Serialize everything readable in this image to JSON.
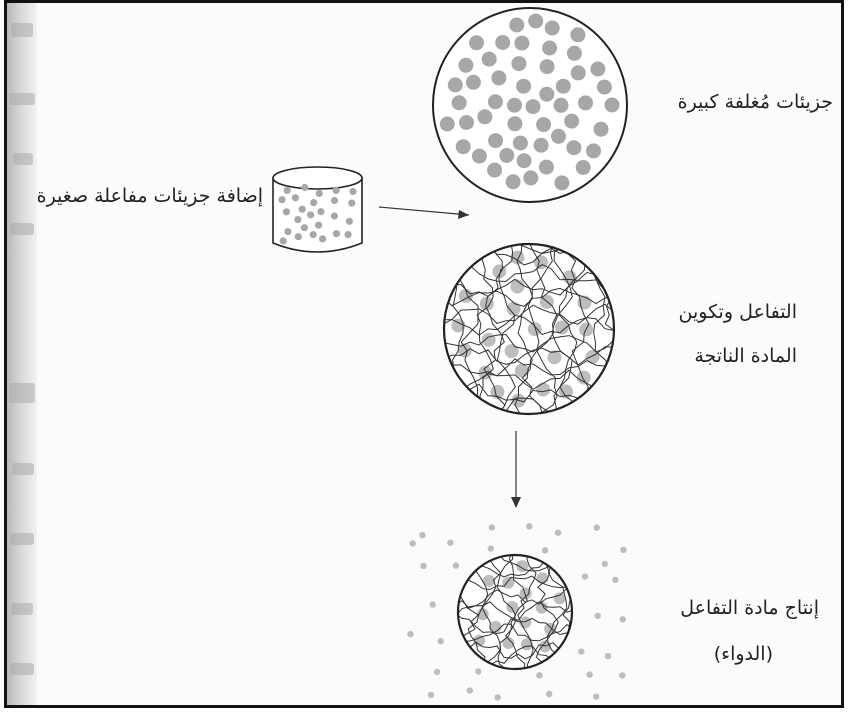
{
  "labels": {
    "large_molecules": "جزيئات مُغلفة كبيرة",
    "add_small_reactants": "إضافة جزيئات مفاعلة صغيرة",
    "reaction_line1": "التفاعل وتكوين",
    "reaction_line2": "المادة الناتجة",
    "product_line1": "إنتاج مادة التفاعل",
    "product_line2": "(الدواء)"
  },
  "colors": {
    "dot": "#a7a7a7",
    "dot_light": "#bdbdbd",
    "line": "#333333",
    "frame": "#111111"
  },
  "icons": {
    "container": "beaker-icon",
    "arrow": "arrow-icon"
  }
}
